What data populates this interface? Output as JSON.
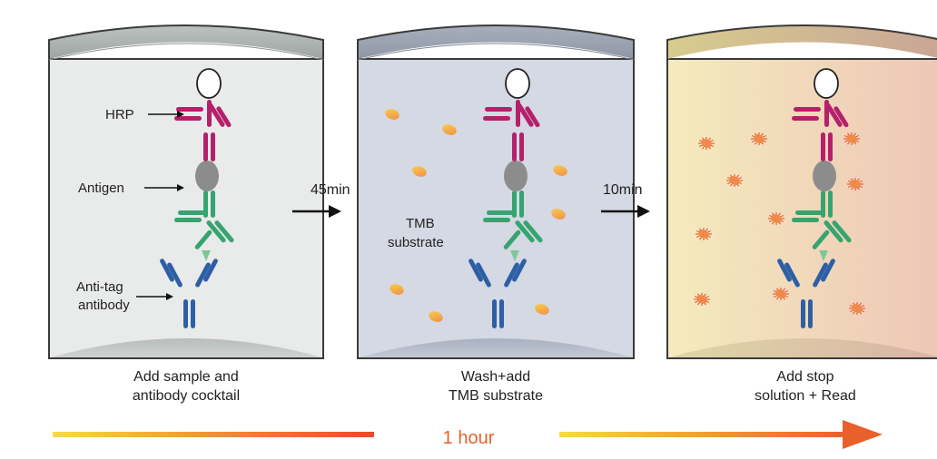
{
  "panels": [
    {
      "caption_line1": "Add sample and",
      "caption_line2": "antibody cocktail",
      "fill": "#e9eaea",
      "annotations": {
        "hrp": "HRP",
        "antigen": "Antigen",
        "anti_tag_line1": "Anti-tag",
        "anti_tag_line2": "antibody"
      }
    },
    {
      "caption_line1": "Wash+add",
      "caption_line2": "TMB substrate",
      "fill": "#d4d9e3",
      "annotation_line1": "TMB",
      "annotation_line2": "substrate"
    },
    {
      "caption_line1": "Add stop",
      "caption_line2": "solution + Read",
      "fill_left": "#f4ebbd",
      "fill_right": "#eec6b7"
    }
  ],
  "steps": [
    {
      "time": "45min"
    },
    {
      "time": "10min"
    }
  ],
  "timeline": {
    "label": "1 hour",
    "color_start": "#f7d94a",
    "color_end": "#e8602b"
  },
  "colors": {
    "hrp_outline": "#222222",
    "detection_antibody": "#b5206b",
    "antigen": "#8c8c8c",
    "capture_antibody": "#36a46f",
    "anti_tag_antibody": "#2d5fa6",
    "tmb_particle_start": "#f8d24a",
    "tmb_particle_end": "#f08a4b",
    "tmb_oxidized": "#e8603a"
  }
}
